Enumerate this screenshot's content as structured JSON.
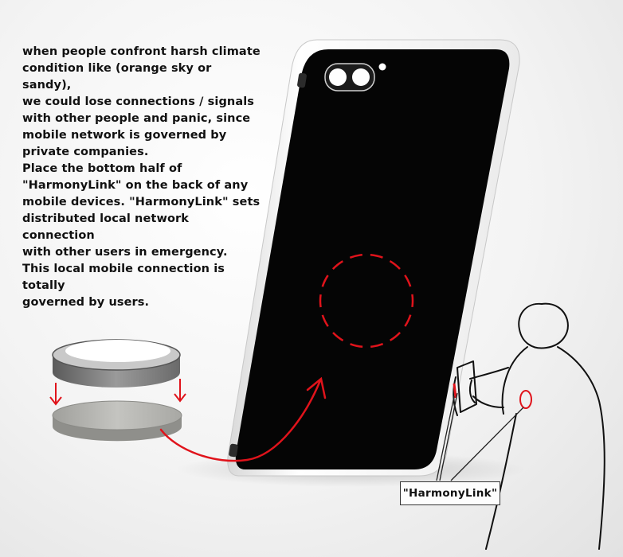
{
  "text": {
    "paragraph_1": "when people confront harsh climate\ncondition like (orange sky or sandy),\nwe could lose connections / signals\nwith other people and panic, since\nmobile network is governed by\nprivate companies.",
    "paragraph_2": "Place the bottom half of\n\"HarmonyLink\" on the back of any\nmobile devices. \"HarmonyLink\" sets\ndistributed local network connection\nwith other users in emergency.",
    "paragraph_3": "This local mobile connection is totally\ngoverned by users."
  },
  "device_label": "\"HarmonyLink\"",
  "colors": {
    "annotation_red": "#e0131b",
    "phone_back": "#050505",
    "phone_frame": "#f4f4f4",
    "sketch_line": "#111111",
    "text": "#111111"
  }
}
